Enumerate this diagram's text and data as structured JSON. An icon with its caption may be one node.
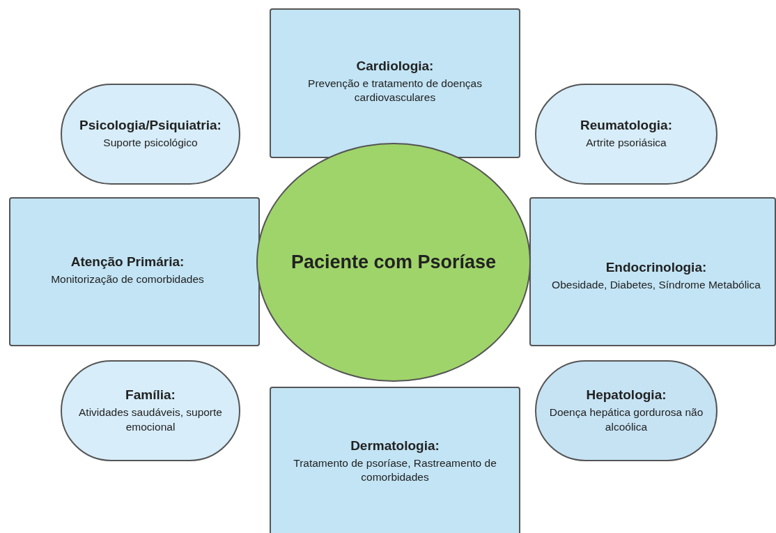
{
  "diagram": {
    "nodes": [
      {
        "text": [
          "Cardiologia:",
          "Prevenção e tratamento de doenças cardiovasculares"
        ]
      },
      {
        "text": [
          "Psicologia/Psiquiatria:",
          "Suporte psicológico"
        ]
      },
      {
        "text": [
          "Reumatologia:",
          "Artrite psoriásica"
        ]
      },
      {
        "text": [
          "Atenção Primária:",
          "Monitorização de comorbidades"
        ]
      },
      {
        "text": [
          "Paciente com Psoríase"
        ]
      },
      {
        "text": [
          "Endocrinologia:",
          "Obesidade, Diabetes, Síndrome Metabólica"
        ]
      },
      {
        "text": [
          "Família:",
          "Atividades saudáveis, suporte emocional"
        ]
      },
      {
        "text": [
          "Hepatologia:",
          "Doença hepática gordurosa não alcoólica"
        ]
      },
      {
        "text": [
          "Dermatologia:",
          "Tratamento de psoríase, Rastreamento de comorbidades"
        ]
      }
    ],
    "edges": []
  }
}
